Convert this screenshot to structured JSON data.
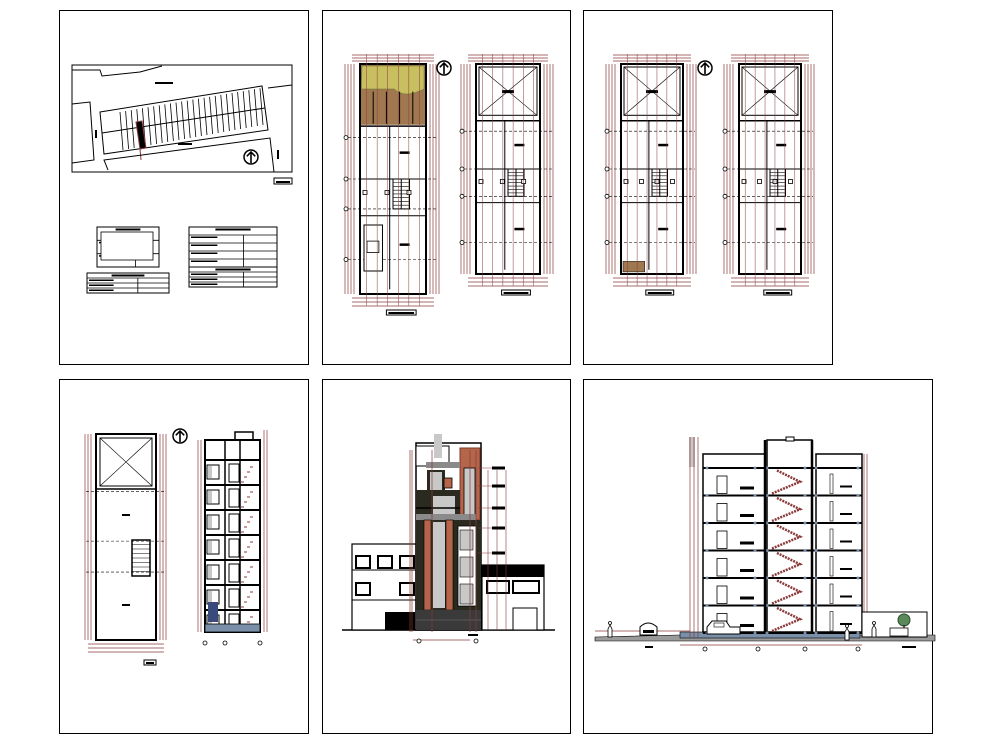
{
  "drawing_set": {
    "background": "#ffffff",
    "colors": {
      "linework": "#000000",
      "dimension": "#8b3a3a",
      "facade_accent": "#b5654a",
      "terrace_fill": "#a07850",
      "garden_fill": "#c8c060",
      "glazing": "#c8c8c8",
      "ground": "#7a8fa8"
    },
    "sheets": [
      {
        "id": "site-plan-and-tables",
        "icons": [
          "north-arrow-icon"
        ]
      },
      {
        "id": "floor-plans-ground-and-first",
        "icons": [
          "north-arrow-icon"
        ]
      },
      {
        "id": "floor-plans-typical",
        "icons": [
          "north-arrow-icon"
        ]
      },
      {
        "id": "roof-plan-and-side-section",
        "icons": [
          "north-arrow-icon"
        ]
      },
      {
        "id": "front-elevation",
        "icons": []
      },
      {
        "id": "longitudinal-section",
        "icons": [
          "tree-icon",
          "car-icon",
          "person-icon"
        ]
      }
    ]
  }
}
